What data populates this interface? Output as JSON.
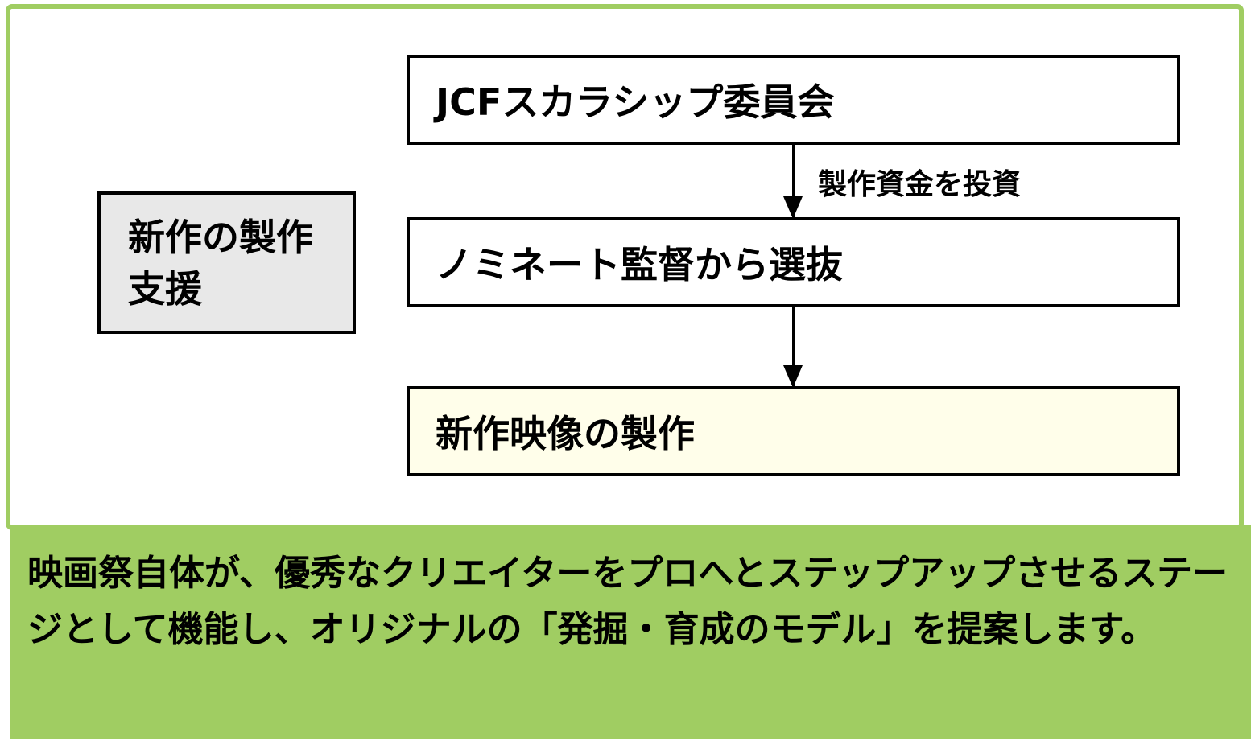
{
  "diagram": {
    "side_label": "新作の製作支援",
    "steps": [
      {
        "label": "JCFスカラシップ委員会"
      },
      {
        "label": "ノミネート監督から選抜"
      },
      {
        "label": "新作映像の製作"
      }
    ],
    "arrow_label": "製作資金を投資",
    "summary": "映画祭自体が、優秀なクリエイターをプロへとステップアップさせるステージとして機能し、オリジナルの「発掘・育成のモデル」を提案します。"
  },
  "colors": {
    "frame": "#a0cd62",
    "side_box": "#e8e8e8",
    "final_box": "#fffeea"
  }
}
